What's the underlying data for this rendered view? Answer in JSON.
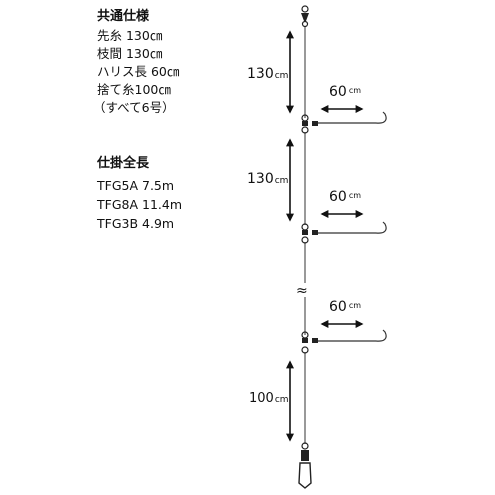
{
  "common": {
    "heading": "共通仕様",
    "lines": [
      "先糸 130㎝",
      "枝間 130㎝",
      "ハリス長 60㎝",
      "捨て糸100㎝",
      "（すべて6号）"
    ]
  },
  "total": {
    "heading": "仕掛全長",
    "lines": [
      "TFG5A 7.5m",
      "TFG8A 11.4m",
      "TFG3B 4.9m"
    ]
  },
  "diagram": {
    "lead_length": {
      "value": "130",
      "unit": "cm"
    },
    "branch_gap": {
      "value": "130",
      "unit": "cm"
    },
    "sinker_line": {
      "value": "100",
      "unit": "cm"
    },
    "branches": [
      {
        "value": "60",
        "unit": "cm"
      },
      {
        "value": "60",
        "unit": "cm"
      },
      {
        "value": "60",
        "unit": "cm"
      }
    ],
    "break_mark": "≈"
  }
}
